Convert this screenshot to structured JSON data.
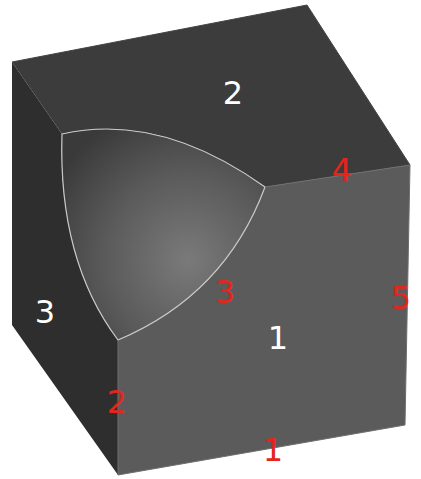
{
  "diagram": {
    "labels": [
      "2",
      "4",
      "3",
      "5",
      "3",
      "1",
      "2",
      "1"
    ]
  }
}
